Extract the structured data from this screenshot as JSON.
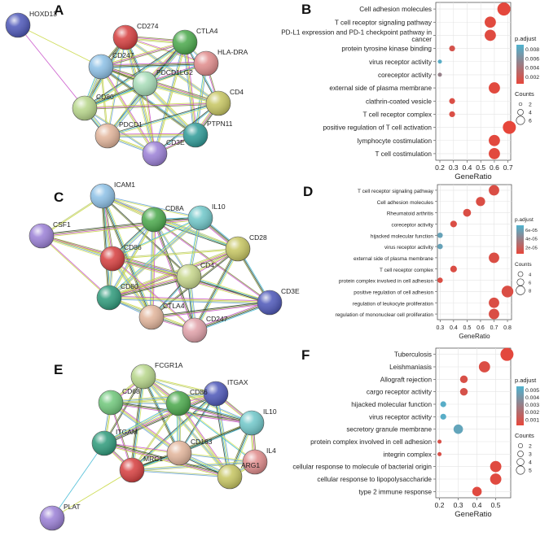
{
  "colors": {
    "edge_palette": [
      "#c5d63a",
      "#2c3d2c",
      "#5f9fd8",
      "#c84fc9",
      "#3fb8d4",
      "#b9c96b",
      "#7a8a36",
      "#d9e45a"
    ],
    "padj_high": "#4fb3cf",
    "padj_low": "#e6463a",
    "panel_bg": "#ffffff",
    "grid": "#e4e4e4"
  },
  "networks": [
    {
      "label": "A",
      "nodes": [
        {
          "id": "HOXD13",
          "color": "#4c56b8",
          "label_side": "right"
        },
        {
          "id": "CD274",
          "color": "#d63d3d",
          "label_side": "right"
        },
        {
          "id": "CTLA4",
          "color": "#49a84a",
          "label_side": "right"
        },
        {
          "id": "HLA-DRA",
          "color": "#e08b8b",
          "label_side": "right"
        },
        {
          "id": "CD247",
          "color": "#8cc0e6",
          "label_side": "right"
        },
        {
          "id": "PDCD1LG2",
          "color": "#a6dcb7",
          "label_side": "right"
        },
        {
          "id": "CD4",
          "color": "#c6c560",
          "label_side": "right"
        },
        {
          "id": "CD80",
          "color": "#b7d68a",
          "label_side": "right"
        },
        {
          "id": "PDCD1",
          "color": "#e2b49a",
          "label_side": "right"
        },
        {
          "id": "PTPN11",
          "color": "#2d9a97",
          "label_side": "right"
        },
        {
          "id": "CD3E",
          "color": "#9a7fd6",
          "label_side": "right"
        }
      ],
      "edges": [
        [
          "HOXD13",
          "CD247"
        ],
        [
          "HOXD13",
          "CD80"
        ],
        [
          "CD274",
          "CTLA4"
        ],
        [
          "CD274",
          "CD247"
        ],
        [
          "CD274",
          "PDCD1LG2"
        ],
        [
          "CD274",
          "CD80"
        ],
        [
          "CD274",
          "PDCD1"
        ],
        [
          "CD274",
          "CD4"
        ],
        [
          "CD274",
          "CD3E"
        ],
        [
          "CD274",
          "HLA-DRA"
        ],
        [
          "CTLA4",
          "CD247"
        ],
        [
          "CTLA4",
          "PDCD1LG2"
        ],
        [
          "CTLA4",
          "CD4"
        ],
        [
          "CTLA4",
          "CD80"
        ],
        [
          "CTLA4",
          "PDCD1"
        ],
        [
          "CTLA4",
          "HLA-DRA"
        ],
        [
          "CTLA4",
          "CD3E"
        ],
        [
          "CTLA4",
          "PTPN11"
        ],
        [
          "HLA-DRA",
          "CD4"
        ],
        [
          "HLA-DRA",
          "PDCD1LG2"
        ],
        [
          "HLA-DRA",
          "CD247"
        ],
        [
          "HLA-DRA",
          "CD80"
        ],
        [
          "HLA-DRA",
          "PTPN11"
        ],
        [
          "CD247",
          "CD80"
        ],
        [
          "CD247",
          "PDCD1"
        ],
        [
          "CD247",
          "CD3E"
        ],
        [
          "CD247",
          "CD4"
        ],
        [
          "CD247",
          "PDCD1LG2"
        ],
        [
          "CD247",
          "PTPN11"
        ],
        [
          "PDCD1LG2",
          "CD80"
        ],
        [
          "PDCD1LG2",
          "PDCD1"
        ],
        [
          "PDCD1LG2",
          "CD4"
        ],
        [
          "PDCD1LG2",
          "PTPN11"
        ],
        [
          "PDCD1LG2",
          "CD3E"
        ],
        [
          "CD4",
          "CD80"
        ],
        [
          "CD4",
          "PTPN11"
        ],
        [
          "CD4",
          "CD3E"
        ],
        [
          "CD4",
          "PDCD1"
        ],
        [
          "CD80",
          "PDCD1"
        ],
        [
          "CD80",
          "CD3E"
        ],
        [
          "PDCD1",
          "CD3E"
        ],
        [
          "PDCD1",
          "PTPN11"
        ],
        [
          "PTPN11",
          "CD3E"
        ]
      ]
    },
    {
      "label": "C",
      "nodes": [
        {
          "id": "ICAM1",
          "color": "#8cc0e6",
          "label_side": "right"
        },
        {
          "id": "CSF1",
          "color": "#9a7fd6",
          "label_side": "right"
        },
        {
          "id": "CD8A",
          "color": "#49a84a",
          "label_side": "right"
        },
        {
          "id": "IL10",
          "color": "#6fc7c9",
          "label_side": "right"
        },
        {
          "id": "CD28",
          "color": "#c6c560",
          "label_side": "right"
        },
        {
          "id": "CD86",
          "color": "#d63d3d",
          "label_side": "right"
        },
        {
          "id": "CD4",
          "color": "#c6d68a",
          "label_side": "right"
        },
        {
          "id": "CD80",
          "color": "#2d9a7a",
          "label_side": "right"
        },
        {
          "id": "CTLA4",
          "color": "#e2b49a",
          "label_side": "right"
        },
        {
          "id": "CD3E",
          "color": "#4c56b8",
          "label_side": "right"
        },
        {
          "id": "CD247",
          "color": "#e0a0a8",
          "label_side": "right"
        }
      ],
      "edges": [
        [
          "ICAM1",
          "CSF1"
        ],
        [
          "ICAM1",
          "CD8A"
        ],
        [
          "ICAM1",
          "CD86"
        ],
        [
          "ICAM1",
          "CD4"
        ],
        [
          "ICAM1",
          "CD80"
        ],
        [
          "ICAM1",
          "CTLA4"
        ],
        [
          "ICAM1",
          "IL10"
        ],
        [
          "ICAM1",
          "CD28"
        ],
        [
          "CSF1",
          "CD86"
        ],
        [
          "CSF1",
          "CD80"
        ],
        [
          "CSF1",
          "CD4"
        ],
        [
          "CSF1",
          "IL10"
        ],
        [
          "CD8A",
          "IL10"
        ],
        [
          "CD8A",
          "CD28"
        ],
        [
          "CD8A",
          "CD86"
        ],
        [
          "CD8A",
          "CD4"
        ],
        [
          "CD8A",
          "CD80"
        ],
        [
          "CD8A",
          "CTLA4"
        ],
        [
          "CD8A",
          "CD3E"
        ],
        [
          "CD8A",
          "CD247"
        ],
        [
          "IL10",
          "CD28"
        ],
        [
          "IL10",
          "CD86"
        ],
        [
          "IL10",
          "CD4"
        ],
        [
          "IL10",
          "CD80"
        ],
        [
          "CD28",
          "CD86"
        ],
        [
          "CD28",
          "CD4"
        ],
        [
          "CD28",
          "CD80"
        ],
        [
          "CD28",
          "CTLA4"
        ],
        [
          "CD28",
          "CD3E"
        ],
        [
          "CD28",
          "CD247"
        ],
        [
          "CD86",
          "CD4"
        ],
        [
          "CD86",
          "CD80"
        ],
        [
          "CD86",
          "CTLA4"
        ],
        [
          "CD86",
          "CD247"
        ],
        [
          "CD86",
          "CD3E"
        ],
        [
          "CD4",
          "CD80"
        ],
        [
          "CD4",
          "CTLA4"
        ],
        [
          "CD4",
          "CD3E"
        ],
        [
          "CD4",
          "CD247"
        ],
        [
          "CD80",
          "CTLA4"
        ],
        [
          "CD80",
          "CD247"
        ],
        [
          "CD80",
          "CD3E"
        ],
        [
          "CTLA4",
          "CD247"
        ],
        [
          "CTLA4",
          "CD3E"
        ],
        [
          "CD3E",
          "CD247"
        ]
      ]
    },
    {
      "label": "E",
      "nodes": [
        {
          "id": "FCGR1A",
          "color": "#b7d68a",
          "label_side": "right"
        },
        {
          "id": "ITGAX",
          "color": "#4c56b8",
          "label_side": "right"
        },
        {
          "id": "CD68",
          "color": "#6fc77a",
          "label_side": "right"
        },
        {
          "id": "CD86",
          "color": "#49a84a",
          "label_side": "right"
        },
        {
          "id": "IL10",
          "color": "#6fc7c9",
          "label_side": "right"
        },
        {
          "id": "IL4",
          "color": "#e08b8b",
          "label_side": "right"
        },
        {
          "id": "ITGAM",
          "color": "#2d9a7a",
          "label_side": "right"
        },
        {
          "id": "CD163",
          "color": "#e2b49a",
          "label_side": "right"
        },
        {
          "id": "MRC1",
          "color": "#d63d3d",
          "label_side": "right"
        },
        {
          "id": "ARG1",
          "color": "#c6c560",
          "label_side": "right"
        },
        {
          "id": "PLAT",
          "color": "#9a7fd6",
          "label_side": "right"
        }
      ],
      "edges": [
        [
          "FCGR1A",
          "ITGAX"
        ],
        [
          "FCGR1A",
          "CD68"
        ],
        [
          "FCGR1A",
          "CD86"
        ],
        [
          "FCGR1A",
          "ITGAM"
        ],
        [
          "FCGR1A",
          "CD163"
        ],
        [
          "FCGR1A",
          "MRC1"
        ],
        [
          "FCGR1A",
          "IL10"
        ],
        [
          "FCGR1A",
          "ARG1"
        ],
        [
          "ITGAX",
          "CD68"
        ],
        [
          "ITGAX",
          "CD86"
        ],
        [
          "ITGAX",
          "IL10"
        ],
        [
          "ITGAX",
          "ITGAM"
        ],
        [
          "ITGAX",
          "CD163"
        ],
        [
          "ITGAX",
          "MRC1"
        ],
        [
          "ITGAX",
          "ARG1"
        ],
        [
          "CD68",
          "CD86"
        ],
        [
          "CD68",
          "ITGAM"
        ],
        [
          "CD68",
          "CD163"
        ],
        [
          "CD68",
          "MRC1"
        ],
        [
          "CD68",
          "IL10"
        ],
        [
          "CD86",
          "IL10"
        ],
        [
          "CD86",
          "IL4"
        ],
        [
          "CD86",
          "ITGAM"
        ],
        [
          "CD86",
          "CD163"
        ],
        [
          "CD86",
          "MRC1"
        ],
        [
          "CD86",
          "ARG1"
        ],
        [
          "IL10",
          "IL4"
        ],
        [
          "IL10",
          "CD163"
        ],
        [
          "IL10",
          "MRC1"
        ],
        [
          "IL10",
          "ARG1"
        ],
        [
          "IL4",
          "CD163"
        ],
        [
          "IL4",
          "MRC1"
        ],
        [
          "IL4",
          "ARG1"
        ],
        [
          "ITGAM",
          "CD163"
        ],
        [
          "ITGAM",
          "MRC1"
        ],
        [
          "ITGAM",
          "ARG1"
        ],
        [
          "ITGAM",
          "PLAT"
        ],
        [
          "CD163",
          "MRC1"
        ],
        [
          "CD163",
          "ARG1"
        ],
        [
          "MRC1",
          "ARG1"
        ],
        [
          "MRC1",
          "PLAT"
        ]
      ]
    }
  ],
  "chart_data": [
    {
      "label": "B",
      "type": "scatter",
      "xlabel": "GeneRatio",
      "xticks": [
        "0.2",
        "0.3",
        "0.4",
        "0.5",
        "0.6",
        "0.7"
      ],
      "xtick_values": [
        0.2,
        0.3,
        0.4,
        0.5,
        0.6,
        0.7
      ],
      "xlim": [
        0.17,
        0.72
      ],
      "legend_color_title": "p.adjust",
      "legend_color_ticks": [
        "0.008",
        "0.006",
        "0.004",
        "0.002"
      ],
      "legend_color_tick_values": [
        0.008,
        0.006,
        0.004,
        0.002
      ],
      "color_range": [
        0.0005,
        0.009
      ],
      "legend_size_title": "Counts",
      "legend_size_values": [
        2,
        4,
        6
      ],
      "size_range": [
        2,
        7
      ],
      "terms": [
        "Cell adhesion molecules",
        "T cell receptor signaling pathway",
        "PD-L1 expression and PD-1 checkpoint pathway in cancer",
        "protein tyrosine kinase binding",
        "virus receptor activity",
        "coreceptor activity",
        "external side of plasma membrane",
        "clathrin-coated vesicle",
        "T cell receptor complex",
        "positive regulation of T cell activation",
        "lymphocyte costimulation",
        "T cell costimulation"
      ],
      "x": [
        0.67,
        0.57,
        0.57,
        0.29,
        0.2,
        0.2,
        0.6,
        0.29,
        0.29,
        0.71,
        0.6,
        0.6
      ],
      "counts": [
        7,
        6,
        6,
        3,
        2,
        2,
        6,
        3,
        3,
        7,
        6,
        6
      ],
      "padj": [
        0.0006,
        0.0008,
        0.0009,
        0.0015,
        0.0085,
        0.005,
        0.0008,
        0.0012,
        0.0012,
        0.0005,
        0.0007,
        0.0007
      ]
    },
    {
      "label": "D",
      "type": "scatter",
      "xlabel": "GeneRatio",
      "xticks": [
        "0.3",
        "0.4",
        "0.5",
        "0.6",
        "0.7",
        "0.8"
      ],
      "xtick_values": [
        0.3,
        0.4,
        0.5,
        0.6,
        0.7,
        0.8
      ],
      "xlim": [
        0.28,
        0.83
      ],
      "legend_color_title": "p.adjust",
      "legend_color_ticks": [
        "6e-05",
        "4e-05",
        "2e-05"
      ],
      "legend_color_tick_values": [
        6e-05,
        4e-05,
        2e-05
      ],
      "color_range": [
        5e-06,
        7e-05
      ],
      "legend_size_title": "Counts",
      "legend_size_values": [
        4,
        6,
        8
      ],
      "size_range": [
        2,
        9
      ],
      "terms": [
        "T cell receptor signaling pathway",
        "Cell adhesion molecules",
        "Rheumatoid arthritis",
        "coreceptor activity",
        "hijacked molecular function",
        "virus receptor activity",
        "external side of plasma membrane",
        "T cell receptor complex",
        "protein complex involved in cell adhesion",
        "positive regulation of cell adhesion",
        "regulation of leukocyte proliferation",
        "regulation of mononuclear cell proliferation"
      ],
      "x": [
        0.7,
        0.6,
        0.5,
        0.4,
        0.3,
        0.3,
        0.7,
        0.4,
        0.3,
        0.8,
        0.7,
        0.7
      ],
      "counts": [
        7,
        6,
        5,
        4,
        3,
        3,
        7,
        4,
        3,
        8,
        7,
        7
      ],
      "padj": [
        1e-05,
        1e-05,
        1e-05,
        1e-05,
        6e-05,
        6e-05,
        1e-05,
        1e-05,
        1e-05,
        1e-05,
        1e-05,
        1e-05
      ]
    },
    {
      "label": "F",
      "type": "scatter",
      "xlabel": "GeneRatio",
      "xticks": [
        "0.2",
        "0.3",
        "0.4",
        "0.5"
      ],
      "xtick_values": [
        0.2,
        0.3,
        0.4,
        0.5
      ],
      "xlim": [
        0.18,
        0.58
      ],
      "legend_color_title": "p.adjust",
      "legend_color_ticks": [
        "0.005",
        "0.004",
        "0.003",
        "0.002",
        "0.001"
      ],
      "legend_color_tick_values": [
        0.005,
        0.004,
        0.003,
        0.002,
        0.001
      ],
      "color_range": [
        0.0002,
        0.0055
      ],
      "legend_size_title": "Counts",
      "legend_size_values": [
        2,
        3,
        4,
        5
      ],
      "size_range": [
        1,
        6
      ],
      "terms": [
        "Tuberculosis",
        "Leishmaniasis",
        "Allograft rejection",
        "cargo receptor activity",
        "hijacked molecular function",
        "virus receptor activity",
        "secretory granule membrane",
        "protein complex involved in cell adhesion",
        "integrin complex",
        "cellular response to molecule of bacterial origin",
        "cellular response to lipopolysaccharide",
        "type 2 immune response"
      ],
      "x": [
        0.56,
        0.44,
        0.33,
        0.33,
        0.22,
        0.22,
        0.3,
        0.2,
        0.2,
        0.5,
        0.5,
        0.4
      ],
      "counts": [
        6,
        5,
        3,
        3,
        2,
        2,
        4,
        1,
        1,
        5,
        5,
        4
      ],
      "padj": [
        0.0003,
        0.0006,
        0.0007,
        0.0008,
        0.0052,
        0.0052,
        0.0048,
        0.0007,
        0.0007,
        0.0004,
        0.0004,
        0.0004
      ]
    }
  ]
}
